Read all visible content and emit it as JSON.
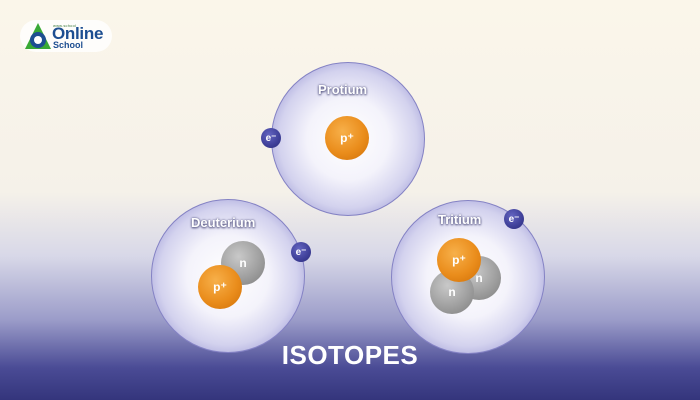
{
  "logo": {
    "small_text": "www.school",
    "main_text": "Online",
    "sub_text": "School"
  },
  "title": "ISOTOPES",
  "atoms": {
    "protium": {
      "label": "Protium"
    },
    "deuterium": {
      "label": "Deuterium"
    },
    "tritium": {
      "label": "Tritium"
    }
  },
  "particles": {
    "proton_label": "p⁺",
    "neutron_label": "n",
    "electron_label": "e⁻"
  },
  "colors": {
    "proton": "#ea8d1c",
    "neutron": "#a0a0a0",
    "electron": "#3e3f98",
    "atom_halo": "#8482c4",
    "background_bottom": "#34357c"
  }
}
